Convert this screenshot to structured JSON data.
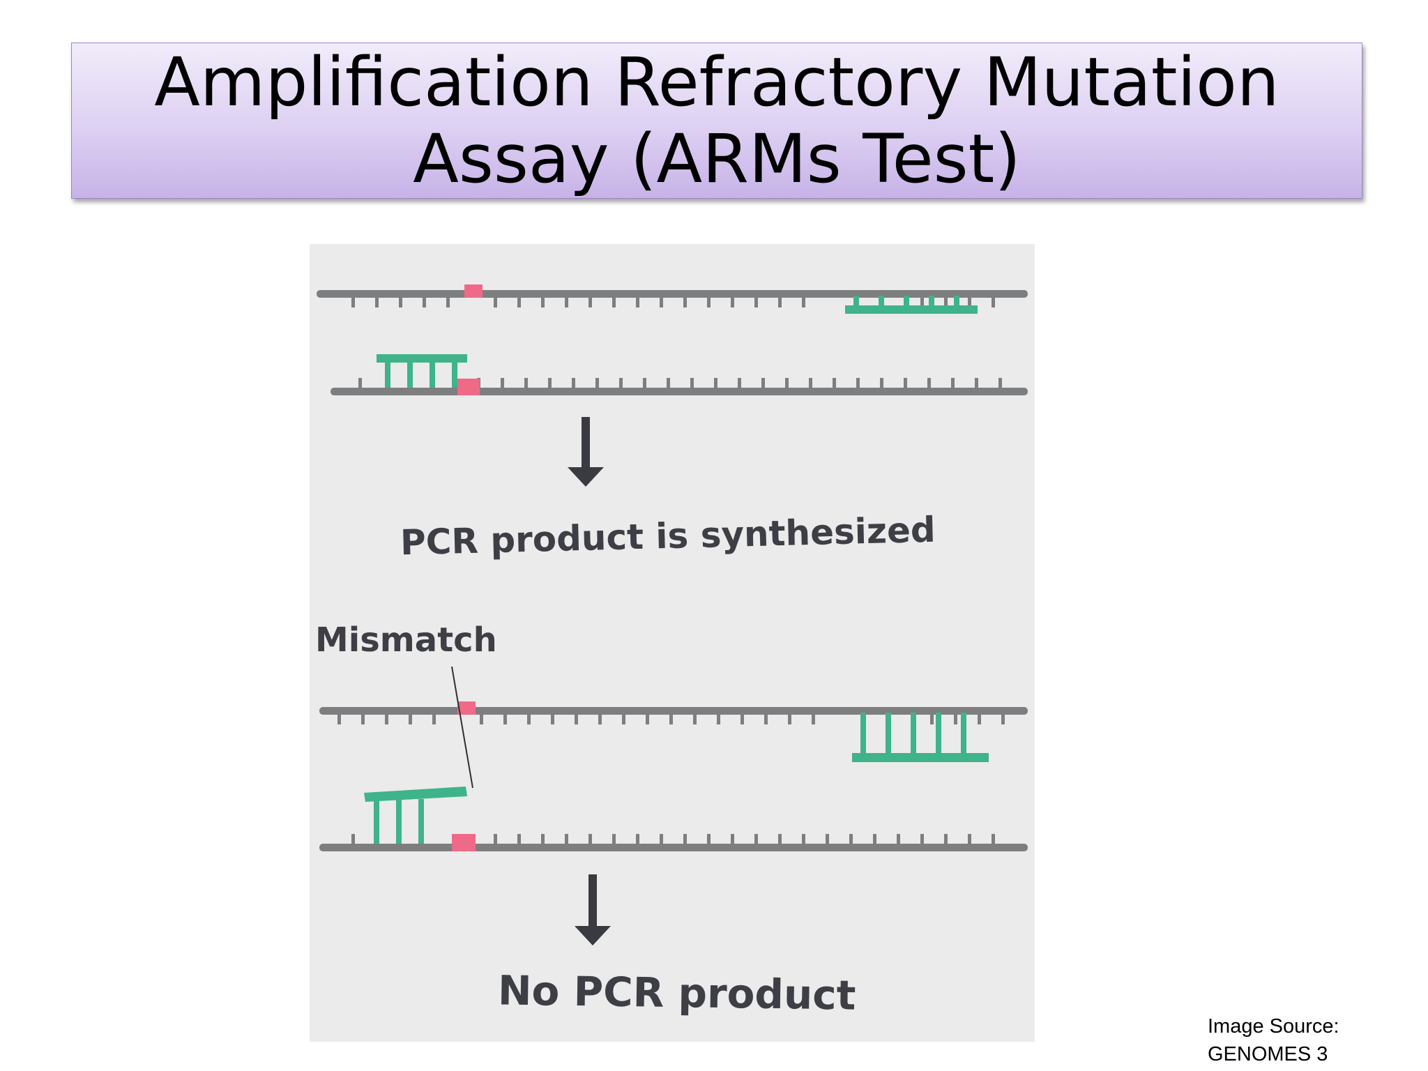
{
  "slide": {
    "title_line1": "Amplification Refractory Mutation",
    "title_line2": "Assay (ARMs Test)"
  },
  "figure": {
    "label_top": "PCR product is synthesized",
    "label_mismatch": "Mismatch",
    "label_bottom": "No PCR product",
    "colors": {
      "strand": "#7d7e80",
      "primer": "#3fb38a",
      "mutation": "#ef6a86",
      "arrow": "#3a3b40"
    }
  },
  "caption": {
    "line1": "Image Source:",
    "line2": "GENOMES 3"
  }
}
